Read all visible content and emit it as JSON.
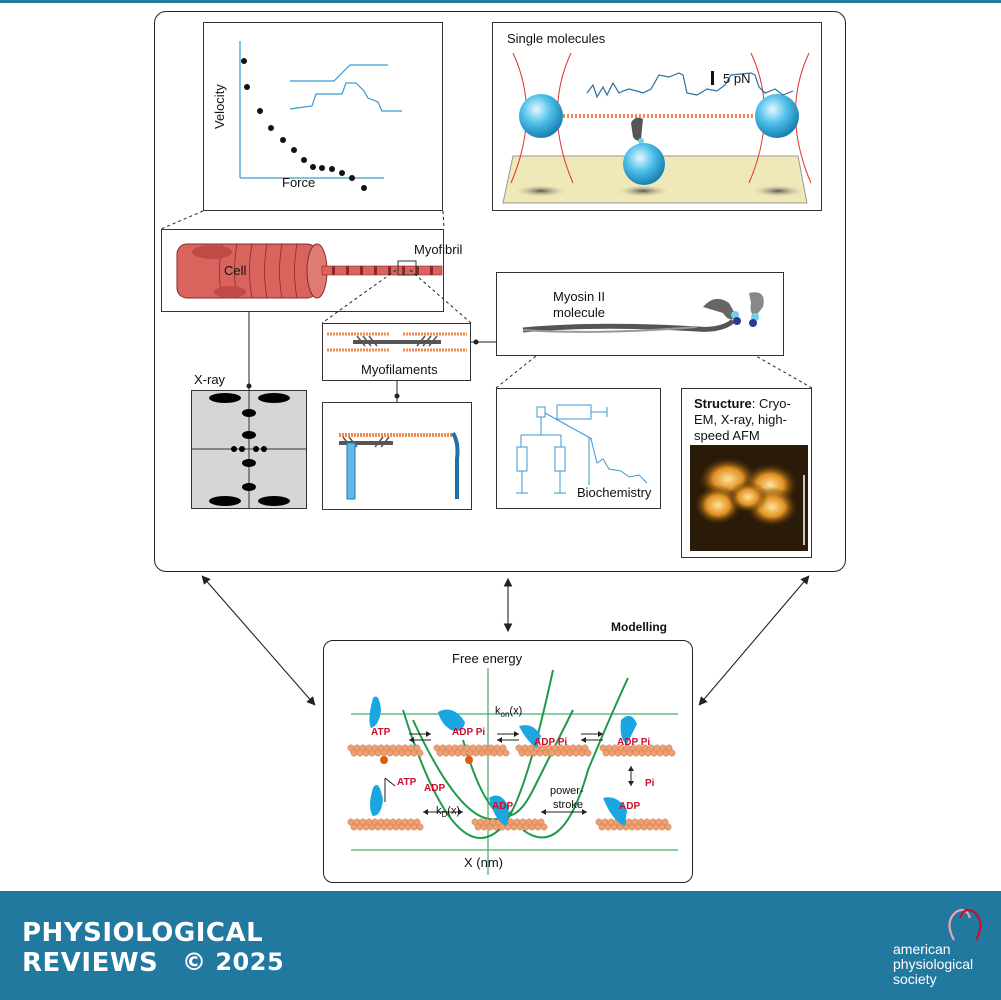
{
  "panels": {
    "force_velocity": {
      "xlabel": "Force",
      "ylabel": "Velocity"
    },
    "single_molecules": {
      "title": "Single molecules",
      "scale": "5 pN"
    },
    "cell": {
      "cell_label": "Cell",
      "myofibril_label": "Myofibril"
    },
    "myosin": {
      "line1": "Myosin II",
      "line2": "molecule"
    },
    "myofilaments": {
      "label": "Myofilaments"
    },
    "xray": {
      "label": "X-ray"
    },
    "biochemistry": {
      "label": "Biochemistry"
    },
    "structure": {
      "bold": "Structure",
      "line1": ": Cryo-",
      "line2": "EM, X-ray, high-",
      "line3": "speed AFM"
    }
  },
  "modelling": {
    "title": "Modelling",
    "y_label": "Free energy",
    "x_label": "X (nm)",
    "kon_k": "k",
    "kon_sub": "on",
    "kon_rest": "(x)",
    "kd_k": "k",
    "kd_sub": "D",
    "kd_rest": "(x)",
    "atp": "ATP",
    "adp": "ADP",
    "pi": "Pi",
    "adp_pi": "ADP Pi",
    "power1": "power-",
    "power2": "stroke"
  },
  "footer": {
    "journal_line1": "PHYSIOLOGICAL",
    "journal_line2": "REVIEWS",
    "copyright": "© 2025",
    "society_line1": "american",
    "society_line2": "physiological",
    "society_line3": "society"
  },
  "colors": {
    "brand_blue": "#2279a0",
    "myosin_blue": "#1aa6e0",
    "actin_orange": "#f0a070",
    "curve_green": "#1f9a4a",
    "label_red": "#c8102e",
    "muscle_red": "#d9645e"
  },
  "icons": {
    "society_logo": "aps-logo-icon"
  }
}
